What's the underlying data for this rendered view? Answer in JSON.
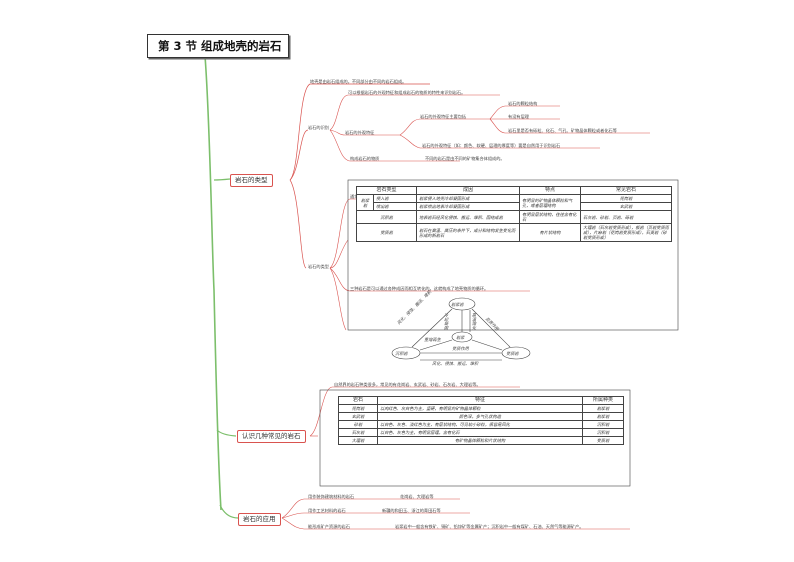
{
  "title": "第 3 节 组成地壳的岩石",
  "sections": {
    "types": {
      "label": "岩石的类型",
      "intro": "地壳是由岩石组成的，不同部分由不同的岩石组成。",
      "identify": {
        "label": "岩石的识别",
        "line1": "可以根据岩石的外观特征和组成岩石的物质的特性来识别岩石。",
        "features_label": "岩石的外观特征",
        "main_label": "岩石的外观特征主要包括",
        "sub1": "岩石的颗粒结构",
        "sub2": "有没有层理",
        "sub3": "岩石里是否有砾粒、化石、气孔、矿物晶体颗粒或者化石等",
        "other": "岩石的外观特征（如：颜色、软硬、层理的厚度等）要是自然用于识别岩石",
        "composition_label": "构成岩石的物质",
        "composition": "不同的岩石是由不同的矿物集合体组成的。"
      },
      "classify": {
        "label": "岩石的类型",
        "intro": "通常根据岩石的成因把岩石分为岩浆岩、沉积岩和变质岩三种。",
        "table": {
          "headers": [
            "岩石类型",
            "成因",
            "特点",
            "常见岩石"
          ],
          "magmatic": "岩浆岩",
          "rows": [
            {
              "type": "侵入岩",
              "cause": "岩浆侵入地壳冷却凝固形成",
              "feature": "有明显的矿物晶体颗粒和气孔，或者层理结构",
              "rocks": "花岗岩"
            },
            {
              "type": "喷出岩",
              "cause": "岩浆喷出地表冷却凝固形成",
              "feature": "",
              "rocks": "玄武岩"
            },
            {
              "type": "沉积岩",
              "cause": "地表岩石经风化侵蚀、搬运、堆积、固结成岩",
              "feature": "有明显层状结构，往往含有化石",
              "rocks": "石灰岩、砂岩、页岩、砾岩"
            },
            {
              "type": "变质岩",
              "cause": "岩石在高温、高压的条件下，成分和结构发生变化而形成的新岩石",
              "feature": "有片状结构",
              "rocks": "大理岩（石灰岩变质形成），板岩（页岩变质而成），片麻岩（花岗岩变质形成），石英岩（砂岩变质形成）"
            }
          ]
        },
        "cycle_intro": "三种岩石是可以通过各种成因而相互转化的，这就构成了地壳物质的循环。",
        "cycle": {
          "top": "岩浆岩",
          "left": "沉积岩",
          "right": "变质岩",
          "center": "岩浆",
          "left_edge": "风化、侵蚀、搬运、堆积",
          "right_edge": "变质作用",
          "bottom_edge": "风化、侵蚀、搬运、堆积",
          "arrow_a": "冷却凝固",
          "arrow_b": "高温熔化",
          "arrow_c": "重熔再生",
          "arrow_d": "变质作用"
        }
      }
    },
    "common": {
      "label": "认识几种常见的岩石",
      "intro": "自然界的岩石种类很多，常见的有花岗岩、玄武岩、砂岩、石灰岩、大理岩等。",
      "headers": [
        "岩石",
        "特征",
        "所属种类"
      ],
      "rows": [
        {
          "name": "花岗岩",
          "feature": "以肉红色、灰白色为主，坚硬，有明显的矿物晶体颗粒",
          "kind": "岩浆岩"
        },
        {
          "name": "玄武岩",
          "feature": "颜色深，多气孔状构造",
          "kind": "岩浆岩"
        },
        {
          "name": "砂岩",
          "feature": "以白色、灰色、淡红色为主，有层状结构，可见较小砂粒，很容易风化",
          "kind": "沉积岩"
        },
        {
          "name": "石灰岩",
          "feature": "以白色、灰色为主，有明显层理，含有化石",
          "kind": "沉积岩"
        },
        {
          "name": "大理岩",
          "feature": "有矿物晶体颗粒和片状结构",
          "kind": "变质岩"
        }
      ]
    },
    "usage": {
      "label": "岩石的应用",
      "items": [
        {
          "use": "用作装饰建筑材料的岩石",
          "examples": "花岗岩、大理岩等"
        },
        {
          "use": "用作工艺材料的岩石",
          "examples": "新疆的和田玉、浙江的青田石等"
        },
        {
          "use": "能形成矿产资源的岩石",
          "examples": "岩浆岩中一般含有铁矿、铜矿、铅锌矿等金属矿产；沉积岩中一般有煤矿、石油、天然气等能源矿产。"
        }
      ]
    }
  },
  "colors": {
    "branch": "#7cbf6b",
    "line": "#d9534f",
    "frame": "#333333"
  }
}
